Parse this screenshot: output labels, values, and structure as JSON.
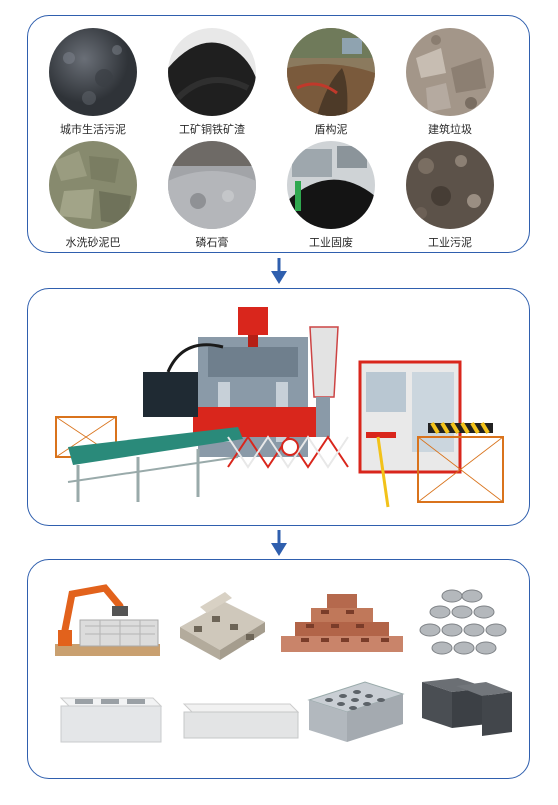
{
  "materials": [
    {
      "label": "城市生活污泥",
      "icon": "dark-sludge-photo",
      "color": "#4a4e55"
    },
    {
      "label": "工矿铜铁矿渣",
      "icon": "black-slag-pile-photo",
      "color": "#2b2b2b"
    },
    {
      "label": "盾构泥",
      "icon": "tunnel-excavation-photo",
      "color": "#8a6a4a"
    },
    {
      "label": "建筑垃圾",
      "icon": "construction-debris-photo",
      "color": "#9a8e84"
    },
    {
      "label": "水洗砂泥巴",
      "icon": "wet-sand-mud-photo",
      "color": "#8c8f74"
    },
    {
      "label": "磷石膏",
      "icon": "phosphogypsum-photo",
      "color": "#9c9ea2"
    },
    {
      "label": "工业固废",
      "icon": "industrial-solid-waste-photo",
      "color": "#222222"
    },
    {
      "label": "工业污泥",
      "icon": "industrial-sludge-photo",
      "color": "#5e544a"
    }
  ],
  "machine": {
    "icon": "block-press-machine-photo",
    "accent": "#d9261c",
    "frame": "#8a9aa8"
  },
  "products": [
    {
      "icon": "robot-arm-palletizing-photo"
    },
    {
      "icon": "interlocking-hollow-block-photo"
    },
    {
      "icon": "red-hollow-bricks-photo"
    },
    {
      "icon": "round-pavers-photo"
    },
    {
      "icon": "white-hollow-block-photo"
    },
    {
      "icon": "solid-white-block-photo"
    },
    {
      "icon": "perforated-grey-block-photo"
    },
    {
      "icon": "dark-grey-blocks-photo"
    }
  ],
  "colors": {
    "border": "#2f5fae",
    "arrow": "#2f5fae"
  }
}
